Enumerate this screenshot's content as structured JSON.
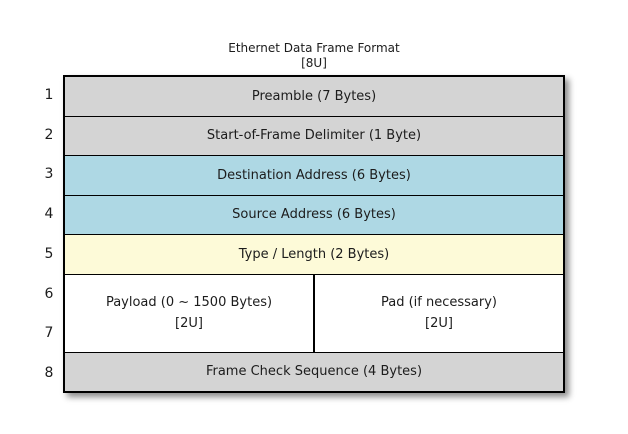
{
  "title": {
    "line1": "Ethernet Data Frame Format",
    "line2": "[8U]"
  },
  "colors": {
    "row_gray": "#d4d4d4",
    "row_blue": "#aed8e4",
    "row_yellow": "#fdfad8",
    "row_white": "#ffffff",
    "border": "#000000",
    "text": "#1c1c1c"
  },
  "frame": {
    "rows": [
      {
        "num": "1",
        "label": "Preamble (7 Bytes)",
        "color": "gray"
      },
      {
        "num": "2",
        "label": "Start-of-Frame Delimiter (1 Byte)",
        "color": "gray"
      },
      {
        "num": "3",
        "label": "Destination Address (6 Bytes)",
        "color": "blue"
      },
      {
        "num": "4",
        "label": "Source Address (6 Bytes)",
        "color": "blue"
      },
      {
        "num": "5",
        "label": "Type / Length (2 Bytes)",
        "color": "yellow"
      },
      {
        "num": "8",
        "label": "Frame Check Sequence (4 Bytes)",
        "color": "gray"
      }
    ],
    "payload_row": {
      "nums": [
        "6",
        "7"
      ],
      "payload_cell": {
        "line1": "Payload (0 ~ 1500 Bytes)",
        "line2": "[2U]"
      },
      "pad_cell": {
        "line1": "Pad (if necessary)",
        "line2": "[2U]"
      }
    }
  }
}
